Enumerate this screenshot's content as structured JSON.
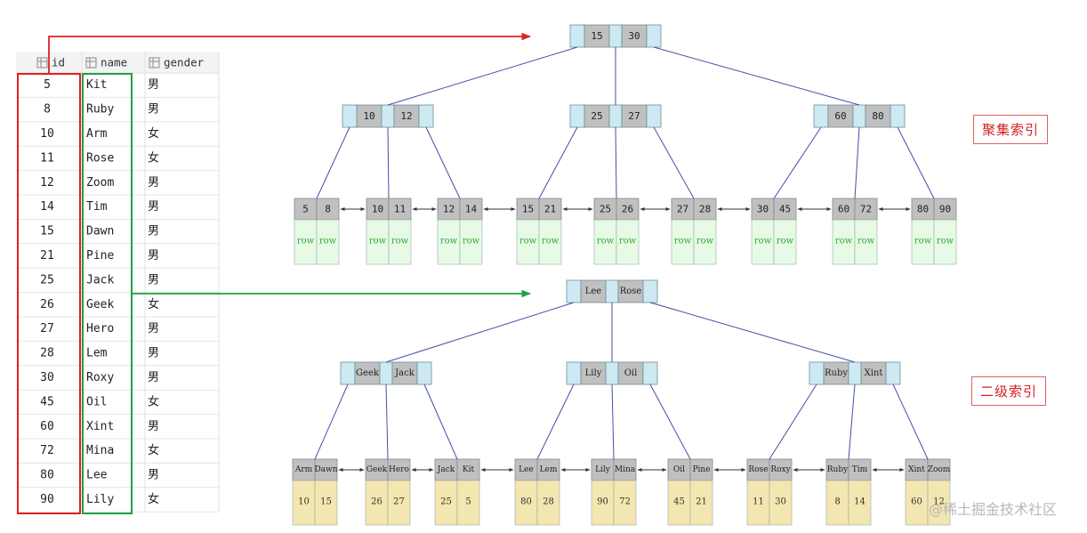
{
  "table": {
    "columns": [
      "id",
      "name",
      "gender"
    ],
    "rows": [
      [
        "5",
        "Kit",
        "男"
      ],
      [
        "8",
        "Ruby",
        "男"
      ],
      [
        "10",
        "Arm",
        "女"
      ],
      [
        "11",
        "Rose",
        "女"
      ],
      [
        "12",
        "Zoom",
        "男"
      ],
      [
        "14",
        "Tim",
        "男"
      ],
      [
        "15",
        "Dawn",
        "男"
      ],
      [
        "21",
        "Pine",
        "男"
      ],
      [
        "25",
        "Jack",
        "男"
      ],
      [
        "26",
        "Geek",
        "女"
      ],
      [
        "27",
        "Hero",
        "男"
      ],
      [
        "28",
        "Lem",
        "男"
      ],
      [
        "30",
        "Roxy",
        "男"
      ],
      [
        "45",
        "Oil",
        "女"
      ],
      [
        "60",
        "Xint",
        "男"
      ],
      [
        "72",
        "Mina",
        "女"
      ],
      [
        "80",
        "Lee",
        "男"
      ],
      [
        "90",
        "Lily",
        "女"
      ]
    ]
  },
  "clustered_index": {
    "label": "聚集索引",
    "root": [
      "15",
      "30"
    ],
    "internal": [
      [
        "10",
        "12"
      ],
      [
        "25",
        "27"
      ],
      [
        "60",
        "80"
      ]
    ],
    "leaves": [
      [
        "5",
        "8"
      ],
      [
        "10",
        "11"
      ],
      [
        "12",
        "14"
      ],
      [
        "15",
        "21"
      ],
      [
        "25",
        "26"
      ],
      [
        "27",
        "28"
      ],
      [
        "30",
        "45"
      ],
      [
        "60",
        "72"
      ],
      [
        "80",
        "90"
      ]
    ],
    "leaf_payload": "row"
  },
  "secondary_index": {
    "label": "二级索引",
    "root": [
      "Lee",
      "Rose"
    ],
    "internal": [
      [
        "Geek",
        "Jack"
      ],
      [
        "Lily",
        "Oil"
      ],
      [
        "Ruby",
        "Xint"
      ]
    ],
    "leaves": [
      [
        "Arm",
        "Dawn"
      ],
      [
        "Geek",
        "Hero"
      ],
      [
        "Jack",
        "Kit"
      ],
      [
        "Lee",
        "Lem"
      ],
      [
        "Lily",
        "Mina"
      ],
      [
        "Oil",
        "Pine"
      ],
      [
        "Rose",
        "Roxy"
      ],
      [
        "Ruby",
        "Tim"
      ],
      [
        "Xint",
        "Zoom"
      ]
    ],
    "leaf_ids": [
      [
        "10",
        "15"
      ],
      [
        "26",
        "27"
      ],
      [
        "25",
        "5"
      ],
      [
        "80",
        "28"
      ],
      [
        "90",
        "72"
      ],
      [
        "45",
        "21"
      ],
      [
        "11",
        "30"
      ],
      [
        "8",
        "14"
      ],
      [
        "60",
        "12"
      ]
    ]
  },
  "colors": {
    "key_cell": "#c0c0c0",
    "pointer_cell": "#cdeaf3",
    "row_cell": "#e6fae6",
    "row_text": "#33aa33",
    "id_cell": "#f3e6b0",
    "tree_line": "#4a4aaa",
    "red_arrow": "#e02020",
    "green_arrow": "#20a040"
  },
  "watermark": "@稀土掘金技术社区"
}
